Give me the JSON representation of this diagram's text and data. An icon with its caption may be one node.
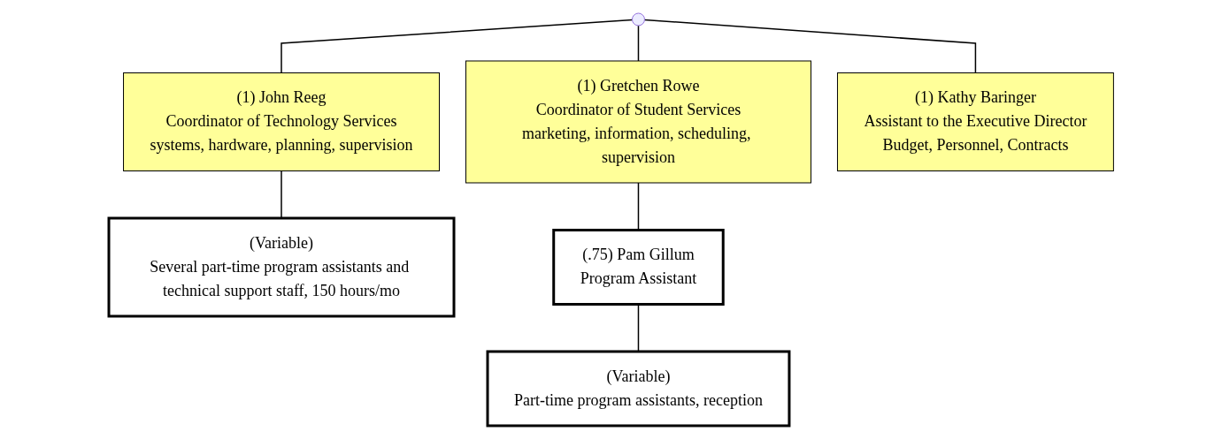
{
  "diagram": {
    "nodes": [
      {
        "text": [
          "(1) John Reeg",
          "Coordinator of Technology Services",
          "systems, hardware, planning, supervision"
        ]
      },
      {
        "text": [
          "(1) Gretchen Rowe",
          "Coordinator of Student Services",
          "marketing, information, scheduling, supervision"
        ]
      },
      {
        "text": [
          "(1) Kathy Baringer",
          "Assistant to the Executive Director",
          "Budget, Personnel, Contracts"
        ]
      },
      {
        "text": [
          "(Variable)",
          "Several part-time program assistants and technical support staff, 150 hours/mo"
        ]
      },
      {
        "text": [
          "(.75) Pam Gillum",
          "Program Assistant"
        ]
      },
      {
        "text": [
          "(Variable)",
          "Part-time program assistants, reception"
        ]
      }
    ],
    "edges": [
      {
        "from": null,
        "to": 0,
        "arrow": "none"
      },
      {
        "from": null,
        "to": 1,
        "arrow": "none"
      },
      {
        "from": null,
        "to": 2,
        "arrow": "none"
      },
      {
        "from": 0,
        "to": 3,
        "arrow": "none"
      },
      {
        "from": 1,
        "to": 4,
        "arrow": "none"
      },
      {
        "from": 4,
        "to": 5,
        "arrow": "none"
      }
    ]
  }
}
